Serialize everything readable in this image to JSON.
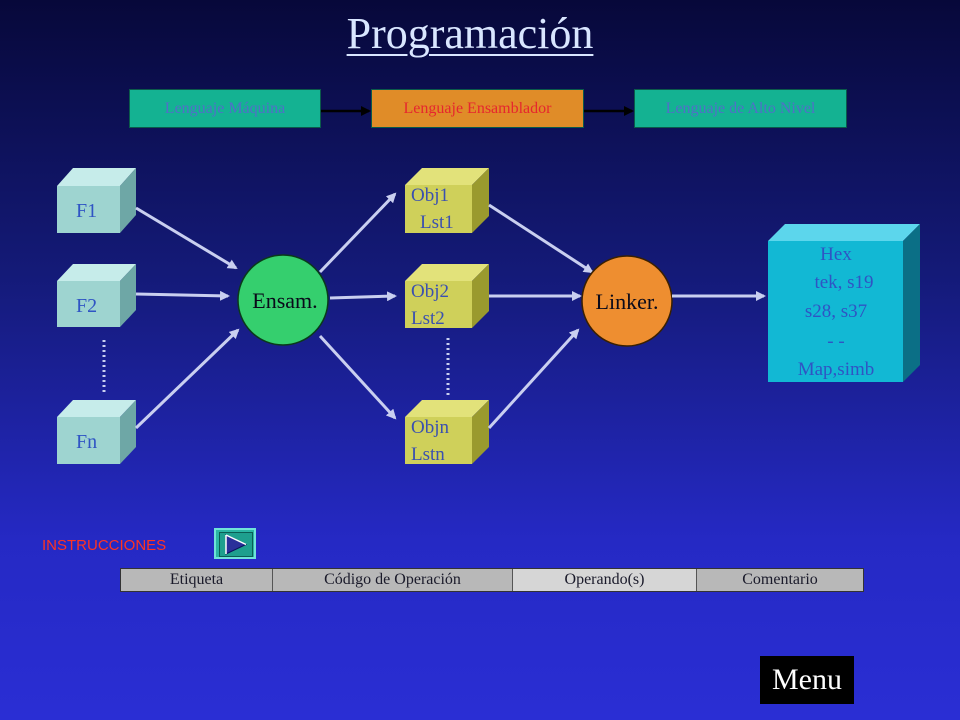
{
  "title": "Programación",
  "languages": [
    {
      "label": "Lenguaje  Máquina"
    },
    {
      "label": "Lenguaje  Ensamblador"
    },
    {
      "label": "Lenguaje  de Alto Nivel"
    }
  ],
  "sources": [
    {
      "label": "F1"
    },
    {
      "label": "F2"
    },
    {
      "label": "Fn"
    }
  ],
  "assembler": {
    "label": "Ensam."
  },
  "objects": [
    {
      "line1": "Obj1",
      "line2": "Lst1"
    },
    {
      "line1": "Obj2",
      "line2": "Lst2"
    },
    {
      "line1": "Objn",
      "line2": "Lstn"
    }
  ],
  "linker": {
    "label": "Linker."
  },
  "output": {
    "lines": [
      "Hex",
      "tek, s19",
      "s28, s37",
      "- -",
      "Map,simb"
    ]
  },
  "instructions": {
    "label": "INSTRUCCIONES",
    "fields": [
      "Etiqueta",
      "Código de Operación",
      "Operando(s)",
      "Comentario"
    ]
  },
  "menu_label": "Menu",
  "colors": {
    "teal": "#14b292",
    "orange": "#e08c28",
    "f_cube": "#9ed4d0",
    "obj_cube": "#cfd05a",
    "hex_cube": "#12b8d4",
    "circle_green": "#35cf6e",
    "circle_orange": "#ee8e30",
    "arrow": "#c9cff0"
  }
}
